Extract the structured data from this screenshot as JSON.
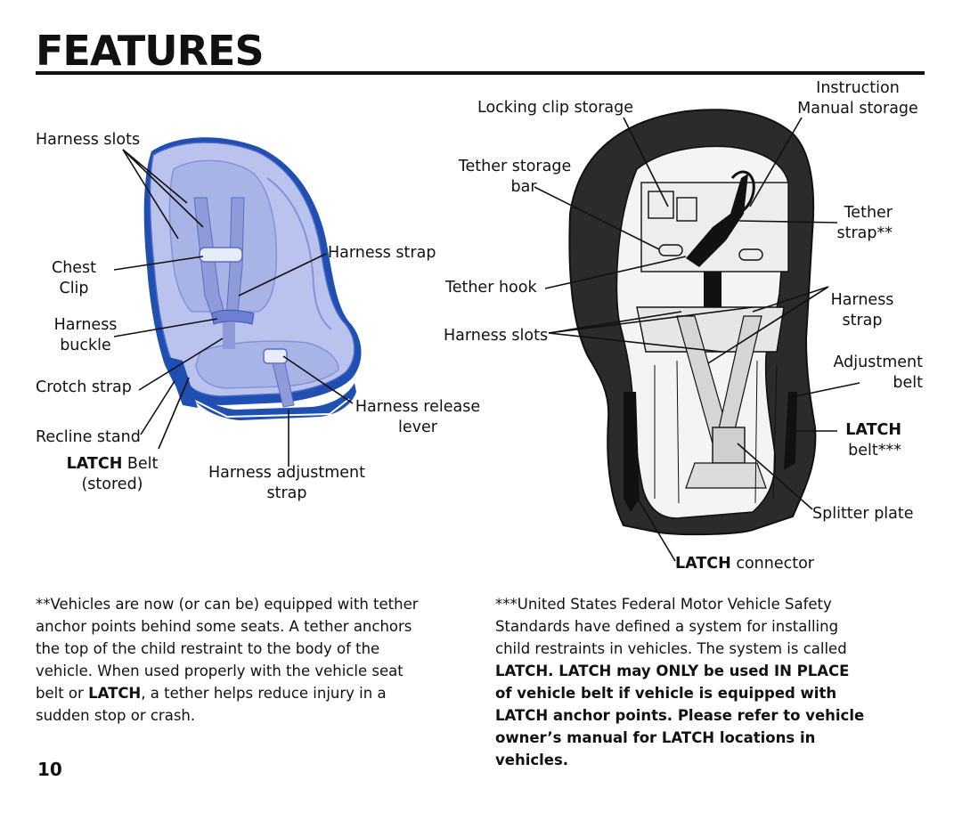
{
  "page": {
    "title": "FEATURES",
    "page_number": "10"
  },
  "front_labels": {
    "harness_slots": "Harness slots",
    "chest_clip_line1": "Chest",
    "chest_clip_line2": "Clip",
    "harness_buckle_line1": "Harness",
    "harness_buckle_line2": "buckle",
    "crotch_strap": "Crotch strap",
    "recline_stand": "Recline stand",
    "latch_belt_bold": "LATCH",
    "latch_belt_rest": " Belt",
    "latch_belt_line2": "(stored)",
    "harness_strap": "Harness strap",
    "harness_release_line1": "Harness release",
    "harness_release_line2": "lever",
    "harness_adjustment_line1": "Harness adjustment",
    "harness_adjustment_line2": "strap"
  },
  "back_labels": {
    "locking_clip_storage": "Locking clip storage",
    "instruction_line1": "Instruction",
    "instruction_line2": "Manual storage",
    "tether_storage_line1": "Tether storage",
    "tether_storage_line2": "bar",
    "tether_strap_line1": "Tether",
    "tether_strap_line2": "strap**",
    "tether_hook": "Tether hook",
    "harness_strap_line1": "Harness",
    "harness_strap_line2": "strap",
    "harness_slots": "Harness slots",
    "adjustment_belt_line1": "Adjustment",
    "adjustment_belt_line2": "belt",
    "latch_belt_line1": "LATCH",
    "latch_belt_line2": "belt***",
    "splitter_plate": "Splitter plate",
    "latch_connector_bold": "LATCH",
    "latch_connector_rest": " connector"
  },
  "footnotes": {
    "left": [
      {
        "text": "**Vehicles are now (or can be) equipped with tether"
      },
      {
        "text": "anchor points behind some seats. A tether anchors"
      },
      {
        "text": "the top of the child restraint to the body of the"
      },
      {
        "text": "vehicle. When used properly with the vehicle seat"
      },
      {
        "pre": "belt or ",
        "bold": "LATCH",
        "post": ", a tether helps reduce injury in a"
      },
      {
        "text": "sudden stop or crash."
      }
    ],
    "right": [
      {
        "text": "***United States Federal Motor Vehicle Safety",
        "bold": false
      },
      {
        "text": "Standards have defined a system for installing",
        "bold": false
      },
      {
        "text": "child restraints in vehicles. The system is called",
        "bold": false
      },
      {
        "text": "LATCH. LATCH may ONLY be used IN PLACE",
        "bold": true
      },
      {
        "text": "of vehicle belt if vehicle is equipped with",
        "bold": true
      },
      {
        "text": "LATCH anchor points. Please refer to vehicle",
        "bold": true
      },
      {
        "text": "owner’s manual for LATCH locations in",
        "bold": true
      },
      {
        "text": "vehicles.",
        "bold": true
      }
    ]
  },
  "colors": {
    "seat_fill": "#b9c3ee",
    "seat_outline": "#1f4fb0",
    "strap_fill": "#8e9bd8",
    "shell_dark": "#2b2b2b"
  }
}
